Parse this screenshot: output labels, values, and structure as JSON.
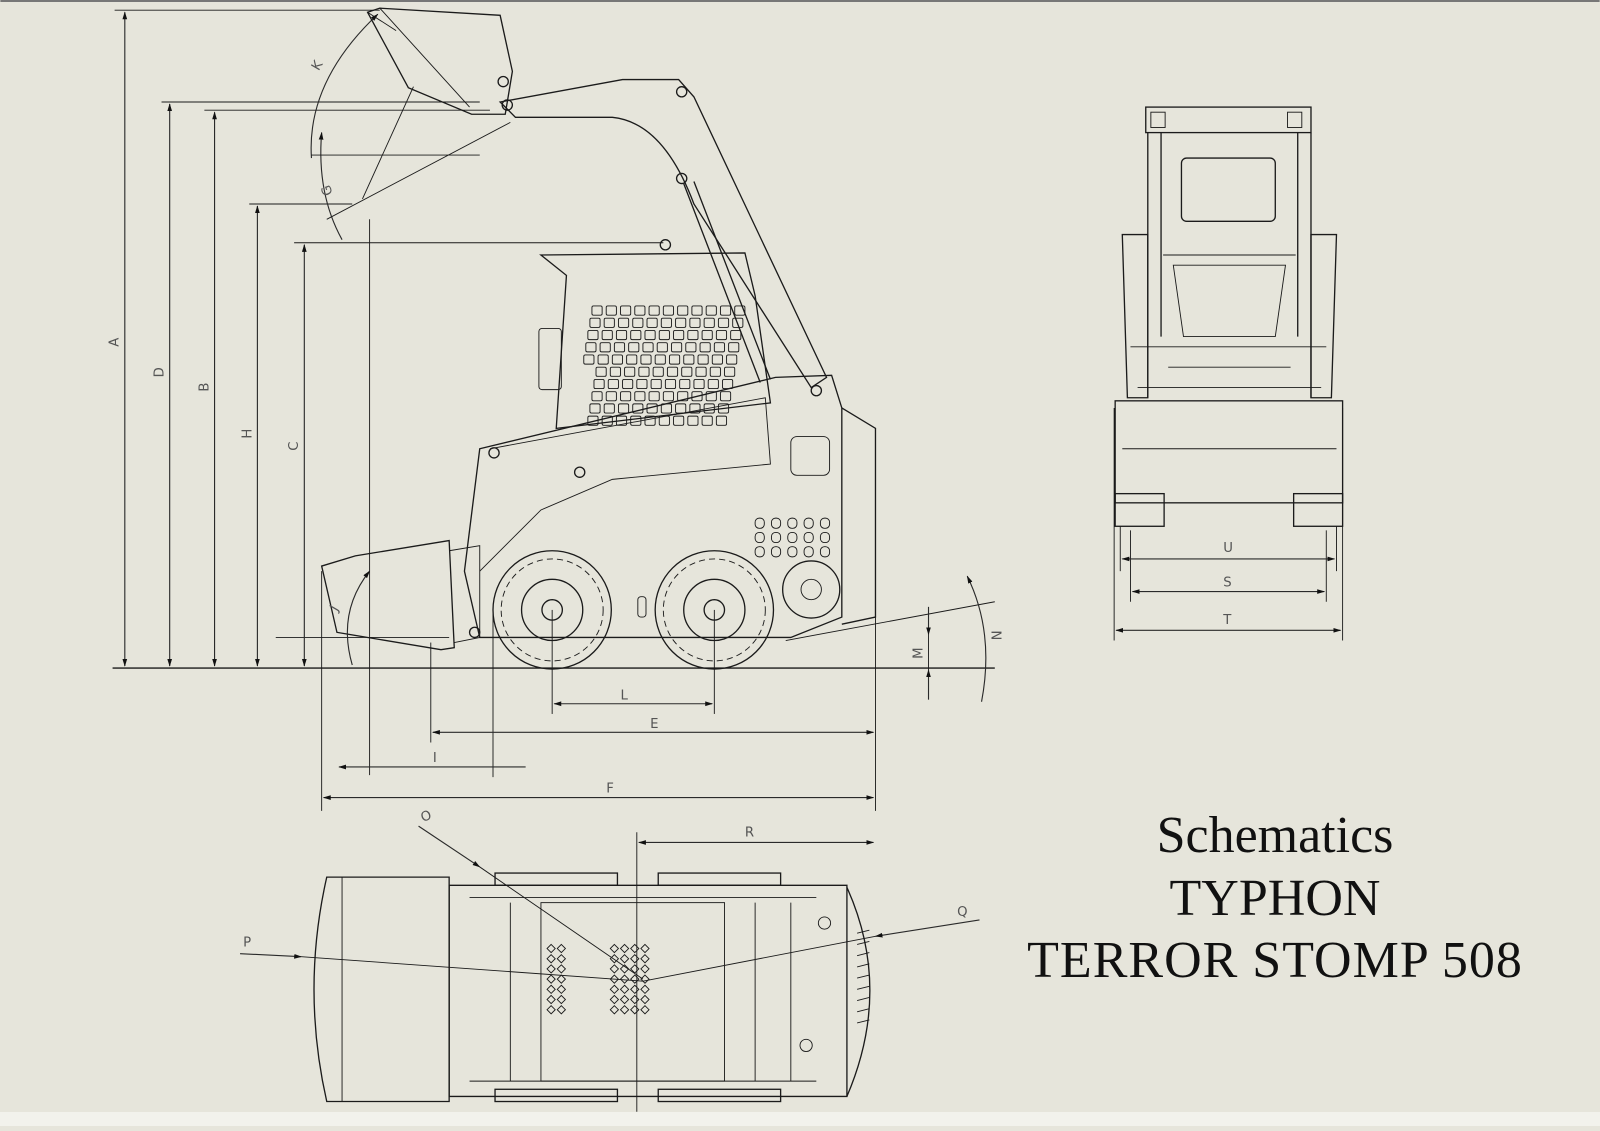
{
  "title": {
    "line1": "Schematics",
    "line2": "TYPHON",
    "line3": "TERROR STOMP 508"
  },
  "dimensions": {
    "A": "A",
    "B": "B",
    "C": "C",
    "D": "D",
    "E": "E",
    "F": "F",
    "G": "G",
    "H": "H",
    "I": "I",
    "J": "J",
    "K": "K",
    "L": "L",
    "M": "M",
    "N": "N",
    "O": "O",
    "P": "P",
    "Q": "Q",
    "R": "R",
    "S": "S",
    "T": "T",
    "U": "U"
  },
  "colors": {
    "paper": "#e6e5db",
    "ink": "#1b1b1b"
  }
}
